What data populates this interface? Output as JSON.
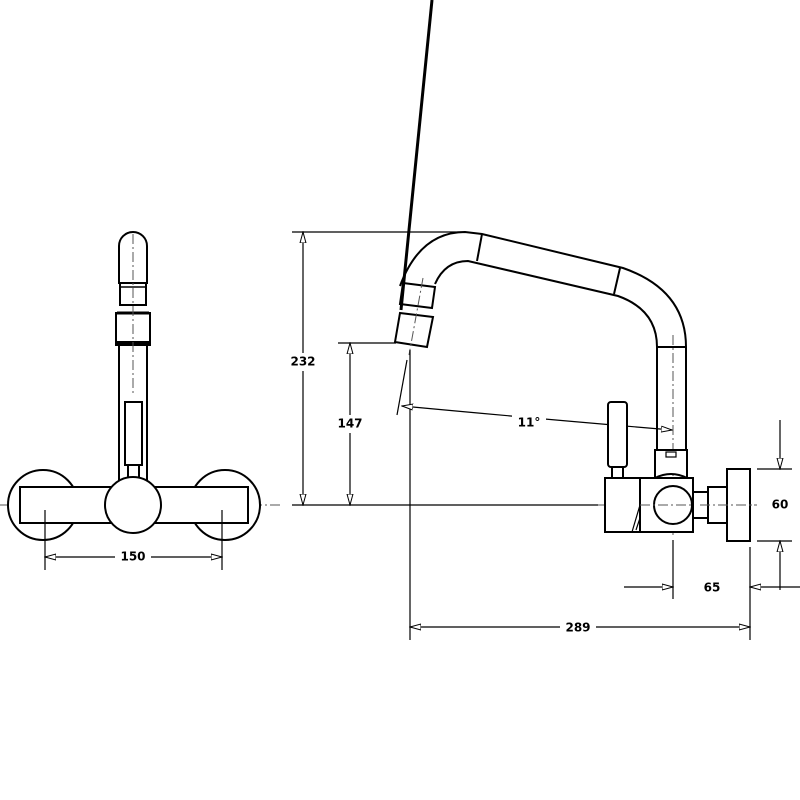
{
  "drawing": {
    "front_view": {
      "dimension_width": "150"
    },
    "side_view": {
      "dimension_total_height": "232",
      "dimension_spout_height": "147",
      "dimension_swivel_angle": "11°",
      "dimension_flange_diameter": "60",
      "dimension_wall_offset": "65",
      "dimension_reach": "289"
    }
  }
}
